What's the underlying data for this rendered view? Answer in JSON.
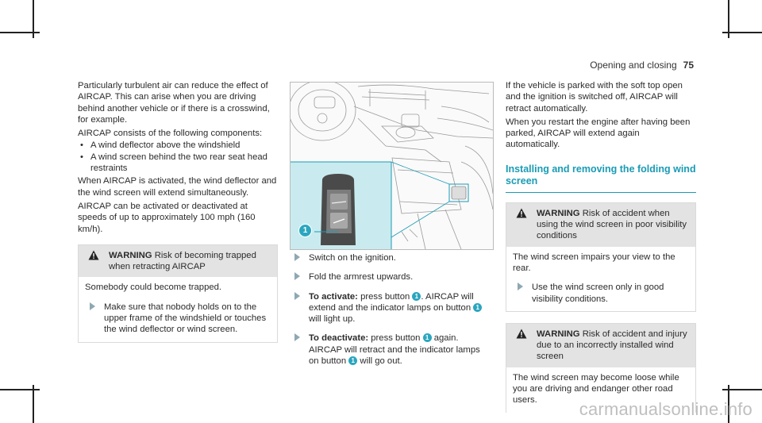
{
  "header": {
    "section": "Opening and closing",
    "page_number": "75"
  },
  "left": {
    "p1": "Particularly turbulent air can reduce the effect of AIRCAP. This can arise when you are driving behind another vehicle or if there is a crosswind, for example.",
    "p2": "AIRCAP consists of the following components:",
    "bullets": [
      "A wind deflector above the windshield",
      "A wind screen behind the two rear seat head restraints"
    ],
    "p3": "When AIRCAP is activated, the wind deflector and the wind screen will extend simultaneously.",
    "p4": "AIRCAP can be activated or deactivated at speeds of up to approximately 100 mph (160 km/h).",
    "warning": {
      "title": "WARNING",
      "risk": "Risk of becoming trapped when retracting AIRCAP",
      "body": "Somebody could become trapped.",
      "step": "Make sure that nobody holds on to the upper frame of the windshield or touches the wind deflector or wind screen."
    }
  },
  "figure": {
    "callout": "1"
  },
  "middle": {
    "step1": "Switch on the ignition.",
    "step2": "Fold the armrest upwards.",
    "step3": {
      "label": "To activate:",
      "a": "press button",
      "num": "1",
      "b": ". AIRCAP will extend and the indicator lamps on button",
      "c": "will light up."
    },
    "step4": {
      "label": "To deactivate:",
      "a": "press button",
      "num": "1",
      "b": "again. AIRCAP will retract and the indicator lamps on button",
      "c": "will go out."
    }
  },
  "right": {
    "p1": "If the vehicle is parked with the soft top open and the ignition is switched off, AIRCAP will retract automatically.",
    "p2": "When you restart the engine after having been parked, AIRCAP will extend again automatically.",
    "section_title": "Installing and removing the folding wind screen",
    "warning1": {
      "title": "WARNING",
      "risk": "Risk of accident when using the wind screen in poor visibility conditions",
      "body": "The wind screen impairs your view to the rear.",
      "step": "Use the wind screen only in good visibility conditions."
    },
    "warning2": {
      "title": "WARNING",
      "risk": "Risk of accident and injury due to an incorrectly installed wind screen",
      "body": "The wind screen may become loose while you are driving and endanger other road users."
    }
  },
  "watermark": "carmanualsonline.info",
  "colors": {
    "accent": "#1a9bb5",
    "inset_bg": "#c9ebef",
    "warning_bg": "#ececec"
  }
}
